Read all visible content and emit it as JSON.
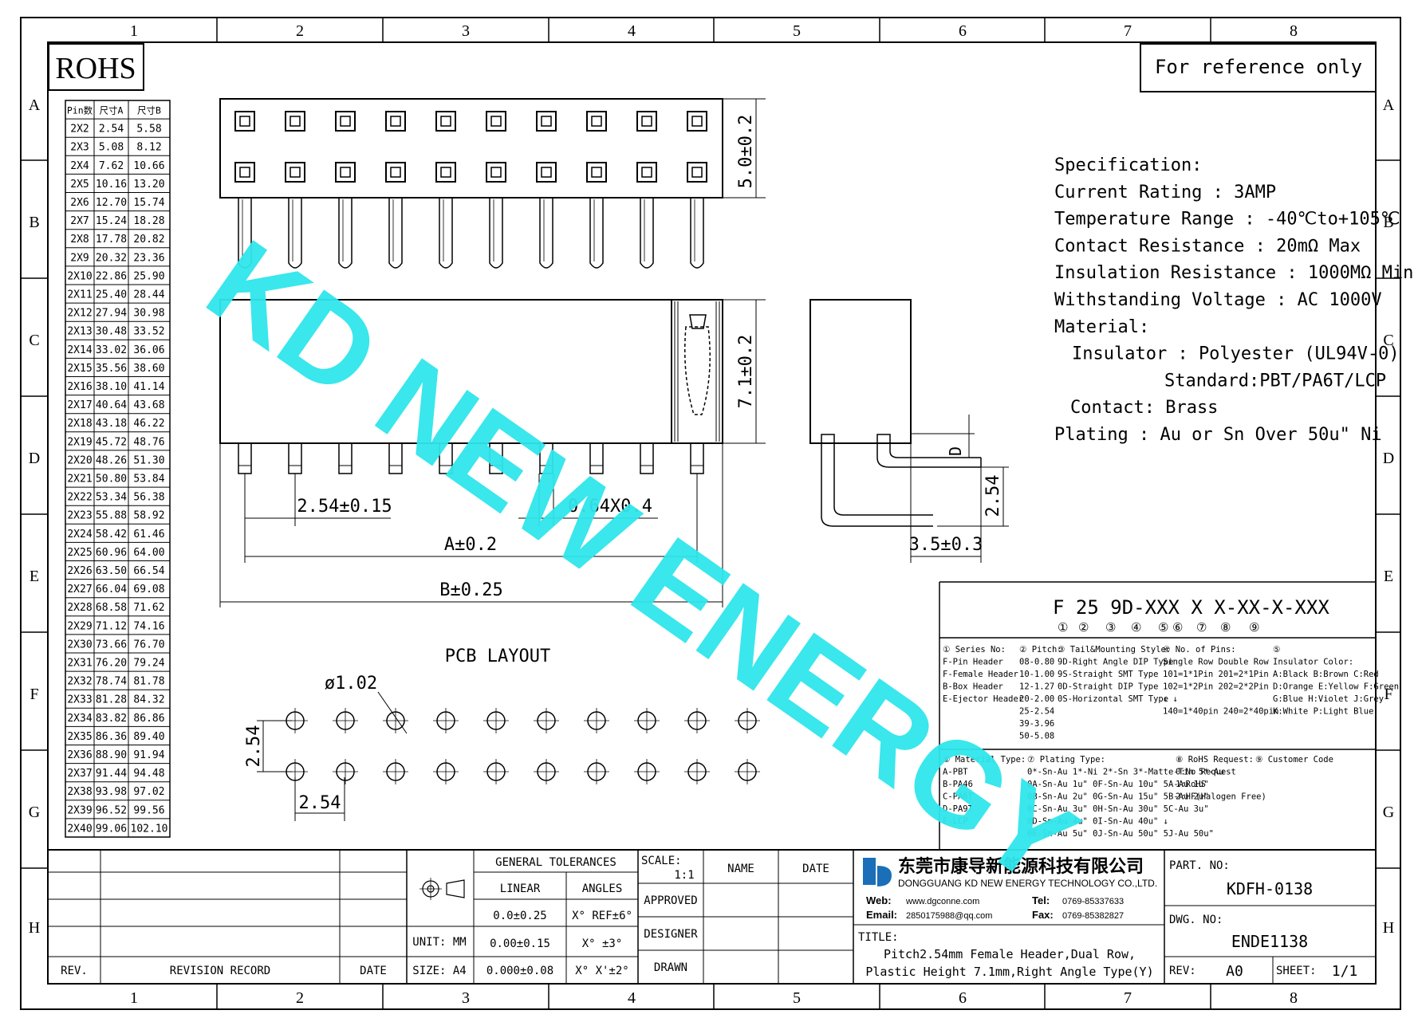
{
  "frame": {
    "columns": [
      "1",
      "2",
      "3",
      "4",
      "5",
      "6",
      "7",
      "8"
    ],
    "rows": [
      "A",
      "B",
      "C",
      "D",
      "E",
      "F",
      "G",
      "H"
    ]
  },
  "rohs": "ROHS",
  "reference": "For reference only",
  "watermark": "KD NEW ENERGY",
  "pin_table": {
    "headers": [
      "Pin数",
      "尺寸A",
      "尺寸B"
    ],
    "rows": [
      [
        "2X2",
        "2.54",
        "5.58"
      ],
      [
        "2X3",
        "5.08",
        "8.12"
      ],
      [
        "2X4",
        "7.62",
        "10.66"
      ],
      [
        "2X5",
        "10.16",
        "13.20"
      ],
      [
        "2X6",
        "12.70",
        "15.74"
      ],
      [
        "2X7",
        "15.24",
        "18.28"
      ],
      [
        "2X8",
        "17.78",
        "20.82"
      ],
      [
        "2X9",
        "20.32",
        "23.36"
      ],
      [
        "2X10",
        "22.86",
        "25.90"
      ],
      [
        "2X11",
        "25.40",
        "28.44"
      ],
      [
        "2X12",
        "27.94",
        "30.98"
      ],
      [
        "2X13",
        "30.48",
        "33.52"
      ],
      [
        "2X14",
        "33.02",
        "36.06"
      ],
      [
        "2X15",
        "35.56",
        "38.60"
      ],
      [
        "2X16",
        "38.10",
        "41.14"
      ],
      [
        "2X17",
        "40.64",
        "43.68"
      ],
      [
        "2X18",
        "43.18",
        "46.22"
      ],
      [
        "2X19",
        "45.72",
        "48.76"
      ],
      [
        "2X20",
        "48.26",
        "51.30"
      ],
      [
        "2X21",
        "50.80",
        "53.84"
      ],
      [
        "2X22",
        "53.34",
        "56.38"
      ],
      [
        "2X23",
        "55.88",
        "58.92"
      ],
      [
        "2X24",
        "58.42",
        "61.46"
      ],
      [
        "2X25",
        "60.96",
        "64.00"
      ],
      [
        "2X26",
        "63.50",
        "66.54"
      ],
      [
        "2X27",
        "66.04",
        "69.08"
      ],
      [
        "2X28",
        "68.58",
        "71.62"
      ],
      [
        "2X29",
        "71.12",
        "74.16"
      ],
      [
        "2X30",
        "73.66",
        "76.70"
      ],
      [
        "2X31",
        "76.20",
        "79.24"
      ],
      [
        "2X32",
        "78.74",
        "81.78"
      ],
      [
        "2X33",
        "81.28",
        "84.32"
      ],
      [
        "2X34",
        "83.82",
        "86.86"
      ],
      [
        "2X35",
        "86.36",
        "89.40"
      ],
      [
        "2X36",
        "88.90",
        "91.94"
      ],
      [
        "2X37",
        "91.44",
        "94.48"
      ],
      [
        "2X38",
        "93.98",
        "97.02"
      ],
      [
        "2X39",
        "96.52",
        "99.56"
      ],
      [
        "2X40",
        "99.06",
        "102.10"
      ]
    ]
  },
  "dimensions": {
    "top_height": "5.0±0.2",
    "body_height": "7.1±0.2",
    "pitch": "2.54±0.15",
    "pin_size": "0.64X0.4",
    "dim_a": "A±0.2",
    "dim_b": "B±0.25",
    "d_label": "D",
    "side_pitch": "2.54",
    "side_depth": "3.5±0.3"
  },
  "pcb": {
    "title": "PCB LAYOUT",
    "hole": "ø1.02",
    "vert_pitch": "2.54",
    "horiz_pitch": "2.54"
  },
  "spec": {
    "lines": [
      "Specification:",
      "Current Rating : 3AMP",
      "Temperature Range : -40℃to+105℃",
      "Contact Resistance : 20mΩ Max",
      "Insulation Resistance : 1000MΩ Min",
      "Withstanding Voltage : AC 1000V",
      "Material:",
      "Insulator : Polyester (UL94V-0)",
      "Standard:PBT/PA6T/LCP",
      "Contact: Brass",
      "Plating : Au or Sn Over 50u\" Ni"
    ]
  },
  "part_code": {
    "code": "F 25 9D-XXX X X-XX-X-XXX",
    "markers": [
      "①",
      "②",
      "③",
      "④",
      "⑤",
      "⑥",
      "⑦",
      "⑧",
      "⑨"
    ],
    "col1": [
      "① Series No:",
      "F-Pin Header",
      "F-Female Header",
      "B-Box Header",
      "E-Ejector Header"
    ],
    "col2": [
      "② Pitch:",
      "08-0.80",
      "10-1.00",
      "12-1.27",
      "20-2.00",
      "25-2.54",
      "39-3.96",
      "50-5.08"
    ],
    "col3": [
      "③ Tail&Mounting Style:",
      "9D-Right Angle DIP Type",
      "9S-Straight SMT Type",
      "0D-Straight DIP Type",
      "0S-Horizontal SMT Type"
    ],
    "col4": [
      "④ No. of Pins:",
      "Single Row   Double Row",
      "101=1*1Pin   201=2*1Pin",
      "102=1*2Pin   202=2*2Pin",
      "↓            ↓",
      "140=1*40pin  240=2*40pin"
    ],
    "col5": [
      "⑤",
      "Insulator Color:",
      "A:Black B:Brown C:Red",
      "D:Orange E:Yellow F:Green",
      "G:Blue  H:Violet J:Grey",
      "K:White P:Light Blue"
    ],
    "col6": [
      "⑥ Material Type:",
      "A-PBT",
      "B-PA46",
      "C-PA6T",
      "D-PA9T",
      "E-LCP"
    ],
    "col7": [
      "⑦ Plating Type:",
      "0*-Sn-Au 1*-Ni 2*-Sn 3*-Matte-Tin 5*-Au",
      "0A-Sn-Au 1u\"  0F-Sn-Au 10u\"  5A-Au 1u\"",
      "0B-Sn-Au 2u\"  0G-Sn-Au 15u\"  5B-Au 2u\"",
      "0C-Sn-Au 3u\"  0H-Sn-Au 30u\"  5C-Au 3u\"",
      "0D-Sn-Au 4u\"  0I-Sn-Au 40u\"    ↓",
      "0E-Sn-Au 5u\"  0J-Sn-Au 50u\"  5J-Au 50u\""
    ],
    "col8": [
      "⑧ RoHS Request:",
      "0:No Request",
      "1:RoHS",
      "2:HF(Halogen Free)"
    ],
    "col9": [
      "⑨ Customer Code"
    ]
  },
  "title_block": {
    "general_tolerances": "GENERAL TOLERANCES",
    "linear": "LINEAR",
    "angles": "ANGLES",
    "tol1": "0.0±0.25",
    "tol2": "0.00±0.15",
    "tol3": "0.000±0.08",
    "ang1": "X° REF±6°",
    "ang2": "X° ±3°",
    "ang3": "X° X'±2°",
    "unit": "UNIT: MM",
    "size": "SIZE: A4",
    "scale_label": "SCALE:",
    "scale": "1:1",
    "name": "NAME",
    "date": "DATE",
    "approved": "APPROVED",
    "designer": "DESIGNER",
    "drawn": "DRAWN",
    "rev": "REV.",
    "revision_record": "REVISION RECORD",
    "rev_date": "DATE",
    "company_cn": "东莞市康导新能源科技有限公司",
    "company_en": "DONGGUANG KD NEW ENERGY TECHNOLOGY CO.,LTD.",
    "web_label": "Web:",
    "web": "www.dgconne.com",
    "tel_label": "Tel:",
    "tel": "0769-85337633",
    "email_label": "Email:",
    "email": "2850175988@qq.com",
    "fax_label": "Fax:",
    "fax": "0769-85382827",
    "title_label": "TITLE:",
    "title_line1": "Pitch2.54mm Female Header,Dual Row,",
    "title_line2": "Plastic Height 7.1mm,Right Angle Type(Y)",
    "part_no_label": "PART. NO:",
    "part_no": "KDFH-0138",
    "dwg_no_label": "DWG. NO:",
    "dwg_no": "ENDE1138",
    "rev_label": "REV:",
    "rev_value": "A0",
    "sheet_label": "SHEET:",
    "sheet_value": "1/1"
  },
  "colors": {
    "watermark": "#2fe6ec",
    "line": "#000000"
  }
}
